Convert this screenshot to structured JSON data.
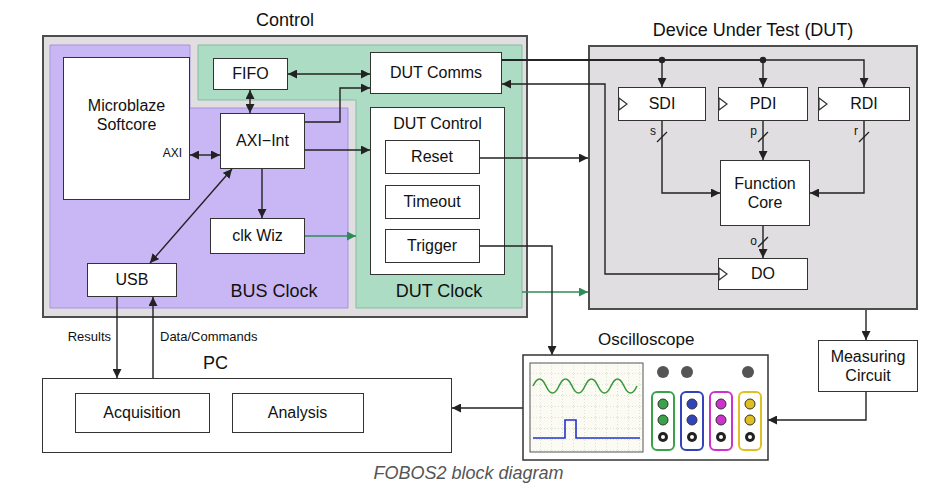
{
  "diagram": {
    "caption": "FOBOS2 block diagram",
    "nodes": [
      {
        "text": [
          "Control"
        ]
      },
      {
        "text": [
          "BUS Clock"
        ],
        "in": 0
      },
      {
        "text": [
          "Microblaze Softcore",
          "AXI"
        ],
        "in": 1
      },
      {
        "text": [
          "AXI−Int"
        ],
        "in": 1
      },
      {
        "text": [
          "clk Wiz"
        ],
        "in": 1
      },
      {
        "text": [
          "USB"
        ],
        "in": 1
      },
      {
        "text": [
          "DUT Clock"
        ],
        "in": 0
      },
      {
        "text": [
          "FIFO"
        ],
        "in": 6
      },
      {
        "text": [
          "DUT Comms"
        ],
        "in": 6
      },
      {
        "text": [
          "DUT Control"
        ],
        "in": 6
      },
      {
        "text": [
          "Reset"
        ],
        "in": 9
      },
      {
        "text": [
          "Timeout"
        ],
        "in": 9
      },
      {
        "text": [
          "Trigger"
        ],
        "in": 9
      },
      {
        "text": [
          "Device Under Test (DUT)"
        ]
      },
      {
        "text": [
          "SDI"
        ],
        "in": 13
      },
      {
        "text": [
          "PDI"
        ],
        "in": 13
      },
      {
        "text": [
          "RDI"
        ],
        "in": 13
      },
      {
        "text": [
          "Function Core"
        ],
        "in": 13
      },
      {
        "text": [
          "DO"
        ],
        "in": 13
      },
      {
        "text": [
          "Oscilloscope"
        ]
      },
      {
        "text": [
          "Measuring Circuit"
        ]
      },
      {
        "text": [
          "PC"
        ]
      },
      {
        "text": [
          "Acquisition"
        ],
        "in": 21
      },
      {
        "text": [
          "Analysis"
        ],
        "in": 21
      }
    ],
    "edges": [
      {
        "from": 2,
        "to": 3,
        "arrow": "both"
      },
      {
        "from": 3,
        "to": 7,
        "arrow": "both"
      },
      {
        "from": 7,
        "to": 8,
        "arrow": "both"
      },
      {
        "from": 3,
        "to": 8,
        "arrow": "to"
      },
      {
        "from": 3,
        "to": 9,
        "arrow": "to"
      },
      {
        "from": 3,
        "to": 4,
        "arrow": "to"
      },
      {
        "from": 3,
        "to": 5,
        "arrow": "both"
      },
      {
        "from": 4,
        "to": 6,
        "arrow": "to"
      },
      {
        "from": 8,
        "to": 14,
        "arrow": "to"
      },
      {
        "from": 8,
        "to": 15,
        "arrow": "to"
      },
      {
        "from": 8,
        "to": 16,
        "arrow": "to"
      },
      {
        "from": 18,
        "to": 8,
        "arrow": "to"
      },
      {
        "from": 10,
        "to": 13,
        "arrow": "to"
      },
      {
        "from": 6,
        "to": 13,
        "arrow": "to"
      },
      {
        "from": 12,
        "to": 19,
        "arrow": "to"
      },
      {
        "from": 14,
        "to": 17,
        "label": "s",
        "arrow": "to"
      },
      {
        "from": 15,
        "to": 17,
        "label": "p",
        "arrow": "to"
      },
      {
        "from": 16,
        "to": 17,
        "label": "r",
        "arrow": "to"
      },
      {
        "from": 17,
        "to": 18,
        "label": "o",
        "arrow": "to"
      },
      {
        "from": 13,
        "to": 20,
        "arrow": "to"
      },
      {
        "from": 20,
        "to": 19,
        "arrow": "to"
      },
      {
        "from": 19,
        "to": 21,
        "arrow": "to"
      },
      {
        "from": 5,
        "to": 21,
        "label": "Results",
        "arrow": "to"
      },
      {
        "from": 21,
        "to": 5,
        "label": "Data/Commands",
        "arrow": "to"
      }
    ]
  }
}
